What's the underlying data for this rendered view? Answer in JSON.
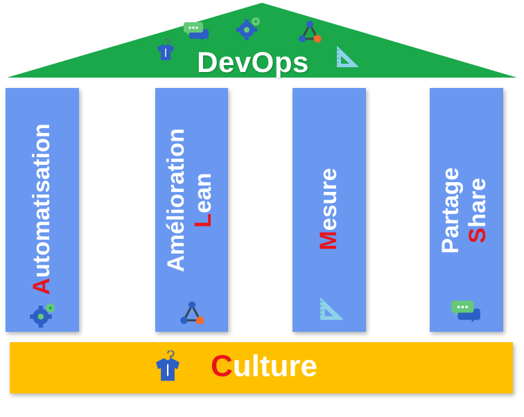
{
  "roof": {
    "title": "DevOps",
    "color": "#1aa84a"
  },
  "pillars": [
    {
      "first": "A",
      "rest": "utomatisation",
      "icon": "gears-icon"
    },
    {
      "line1": "Amélioration",
      "first": "L",
      "rest": "ean",
      "icon": "workflow-nodes-icon"
    },
    {
      "first": "M",
      "rest": "esure",
      "icon": "set-square-ruler-icon"
    },
    {
      "line1": "Partage",
      "first": "S",
      "rest": "hare",
      "icon": "chat-bubbles-icon"
    }
  ],
  "base": {
    "first": "C",
    "rest": "ulture",
    "icon": "tshirt-hanger-icon",
    "color": "#ffc000"
  },
  "colors": {
    "pillar": "#6a98f0",
    "accent": "#e8141b"
  }
}
